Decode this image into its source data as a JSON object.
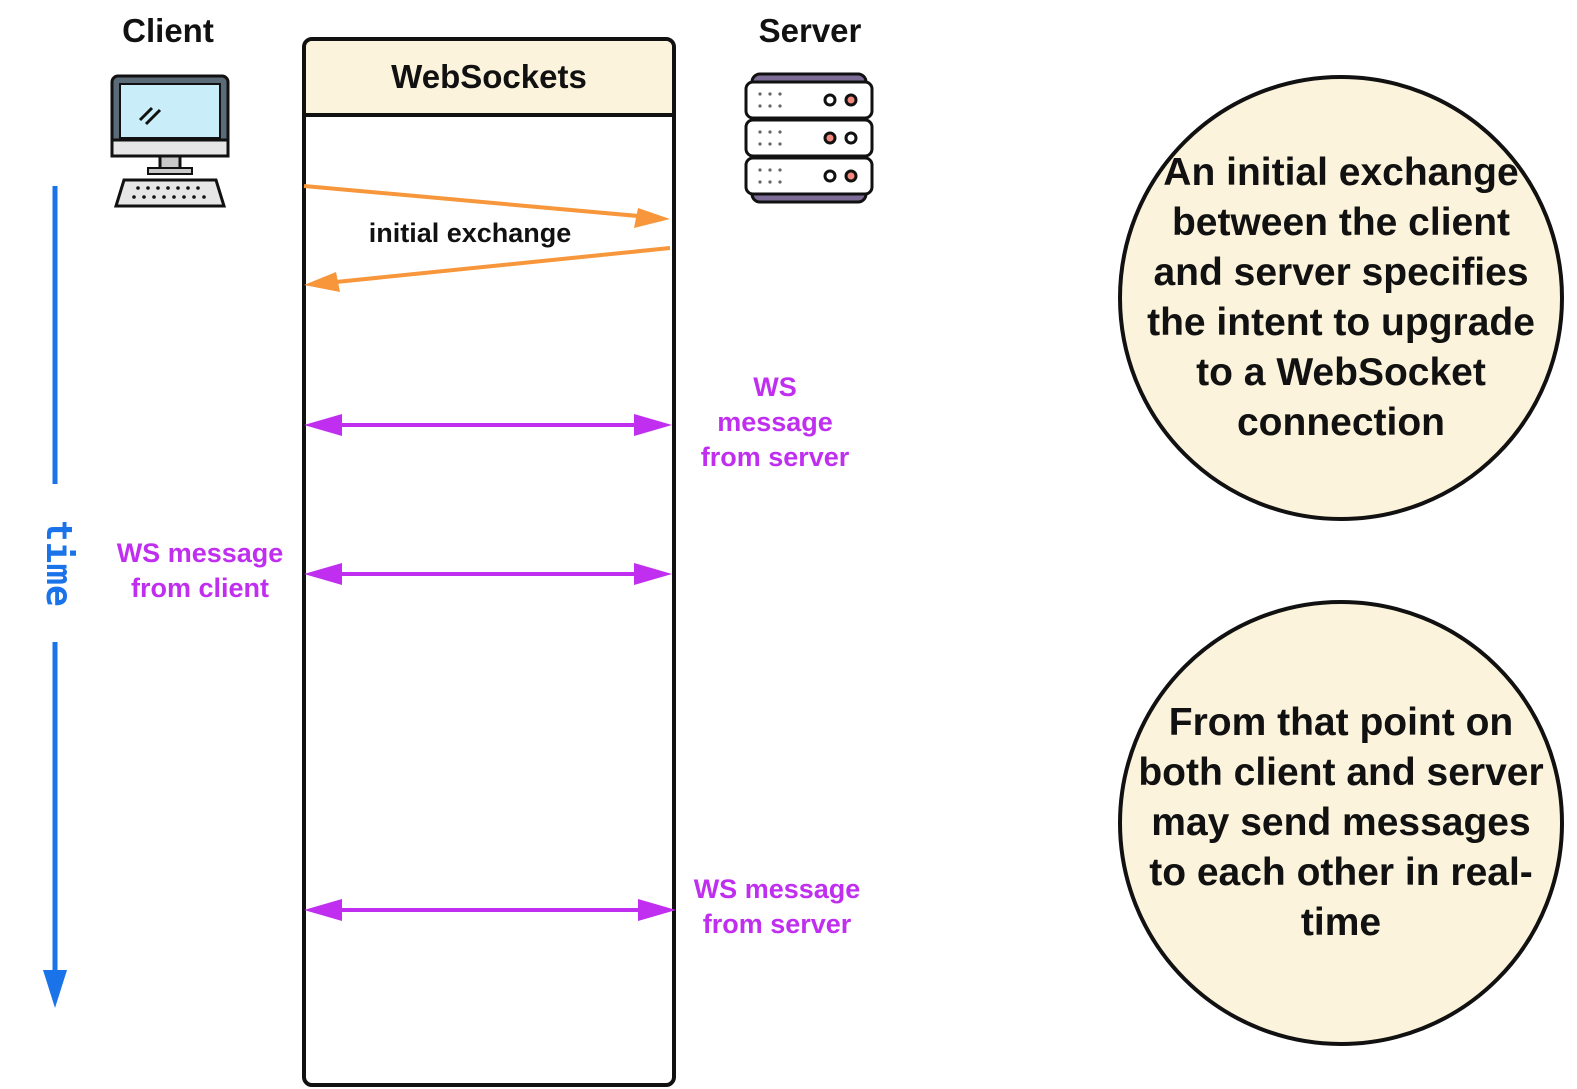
{
  "columns": {
    "client": "Client",
    "server": "Server",
    "protocol": "WebSockets"
  },
  "time_axis": {
    "label": "time",
    "color": "#1a73e8"
  },
  "arrows": {
    "handshake_color": "#f7963a",
    "message_color": "#c02ff0"
  },
  "labels": {
    "initial_exchange": "initial exchange",
    "ws_message_server_1_line1": "WS",
    "ws_message_server_1_line2": "message",
    "ws_message_server_1_line3": "from server",
    "ws_message_client_line1": "WS message",
    "ws_message_client_line2": "from client",
    "ws_message_server_2_line1": "WS message",
    "ws_message_server_2_line2": "from server"
  },
  "notes": {
    "note_1": "An initial exchange between the client and server specifies the intent to upgrade to a WebSocket connection",
    "note_2": "From that point on both client and server may send messages to each other in real-time"
  },
  "icons": {
    "client": "desktop-computer-icon",
    "server": "server-rack-icon"
  }
}
